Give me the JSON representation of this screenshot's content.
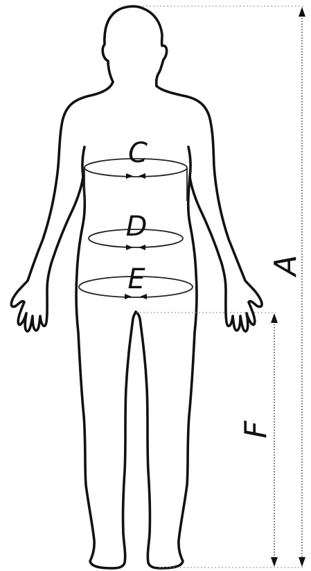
{
  "labels": {
    "a": "A",
    "c": "C",
    "d": "D",
    "e": "E",
    "f": "F"
  },
  "colors": {
    "line": "#111111",
    "guide": "#888888",
    "background": "#ffffff"
  }
}
